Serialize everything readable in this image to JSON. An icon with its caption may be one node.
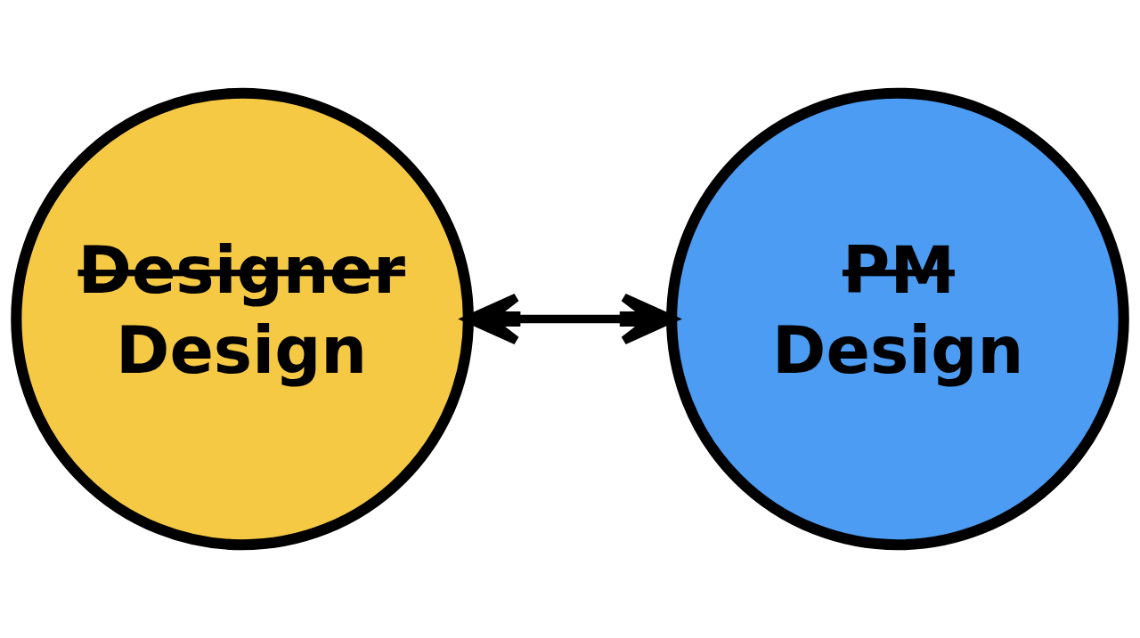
{
  "diagram": {
    "nodes": [
      {
        "text": [
          "Designer",
          "Design"
        ]
      },
      {
        "text": [
          "PM",
          "Design"
        ]
      }
    ],
    "edges": [
      {
        "from": 0,
        "to": 1,
        "arrow": "both"
      }
    ]
  }
}
